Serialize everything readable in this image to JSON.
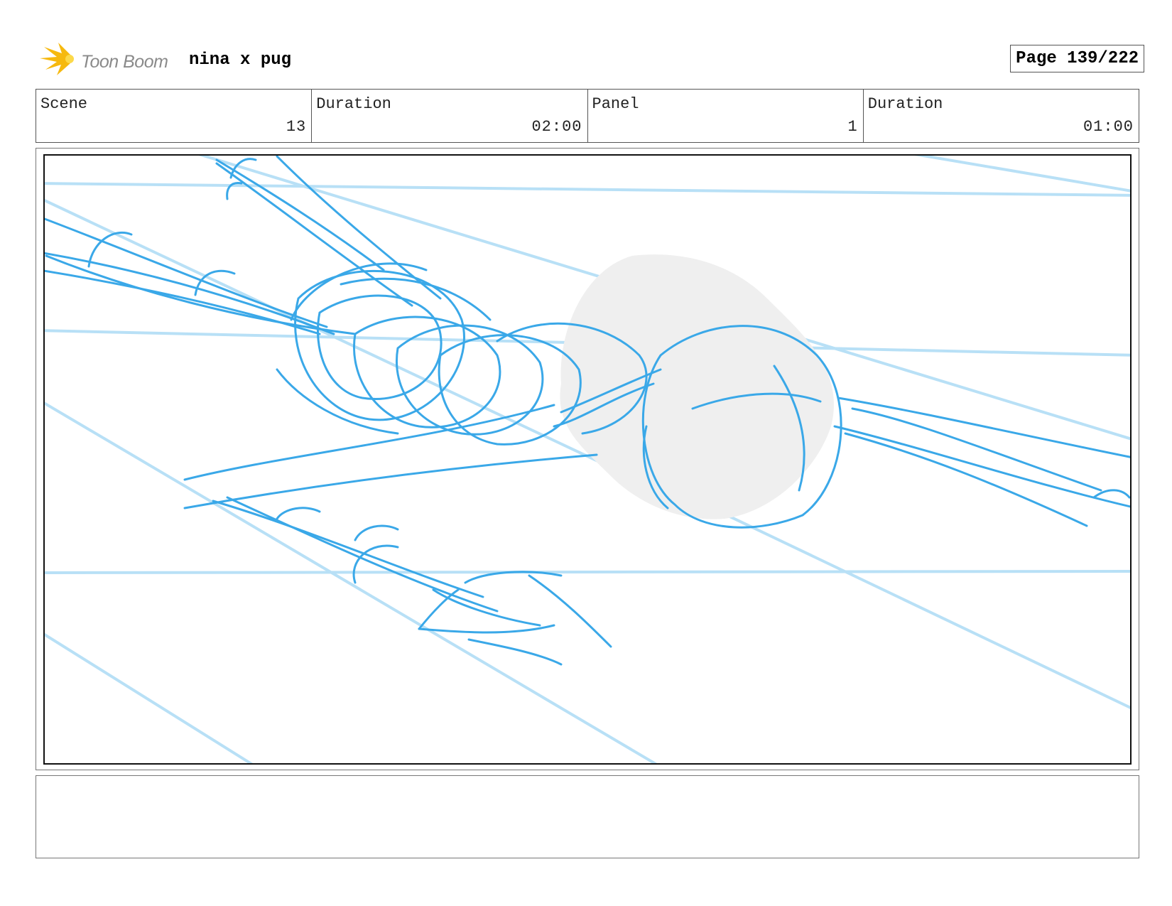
{
  "header": {
    "logo_text": "Toon Boom",
    "logo_icon": "starburst-logo-icon",
    "project_title": "nina x pug",
    "page_label": "Page 139/222"
  },
  "info": {
    "scene_label": "Scene",
    "scene_value": "13",
    "scene_duration_label": "Duration",
    "scene_duration_value": "02:00",
    "panel_label": "Panel",
    "panel_value": "1",
    "panel_duration_label": "Duration",
    "panel_duration_value": "01:00"
  },
  "colors": {
    "sketch": "#3aa8e8",
    "guides": "#b8e0f6",
    "head_fill": "#efefef",
    "logo": "#f6b90f"
  },
  "notes": {
    "text": ""
  }
}
